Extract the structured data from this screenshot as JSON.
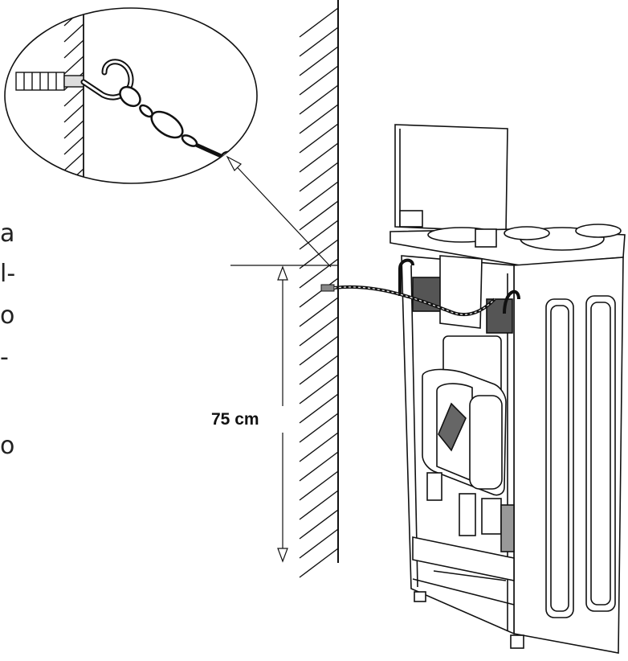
{
  "dimension": {
    "label": "75 cm"
  },
  "clipped_text": {
    "lines": [
      "a",
      "l-",
      "o",
      "-",
      "o"
    ]
  },
  "colors": {
    "ink": "#111111",
    "paper": "#ffffff"
  },
  "icons": [
    "wall-hook-icon",
    "chain-icon",
    "wall-plug-icon"
  ]
}
